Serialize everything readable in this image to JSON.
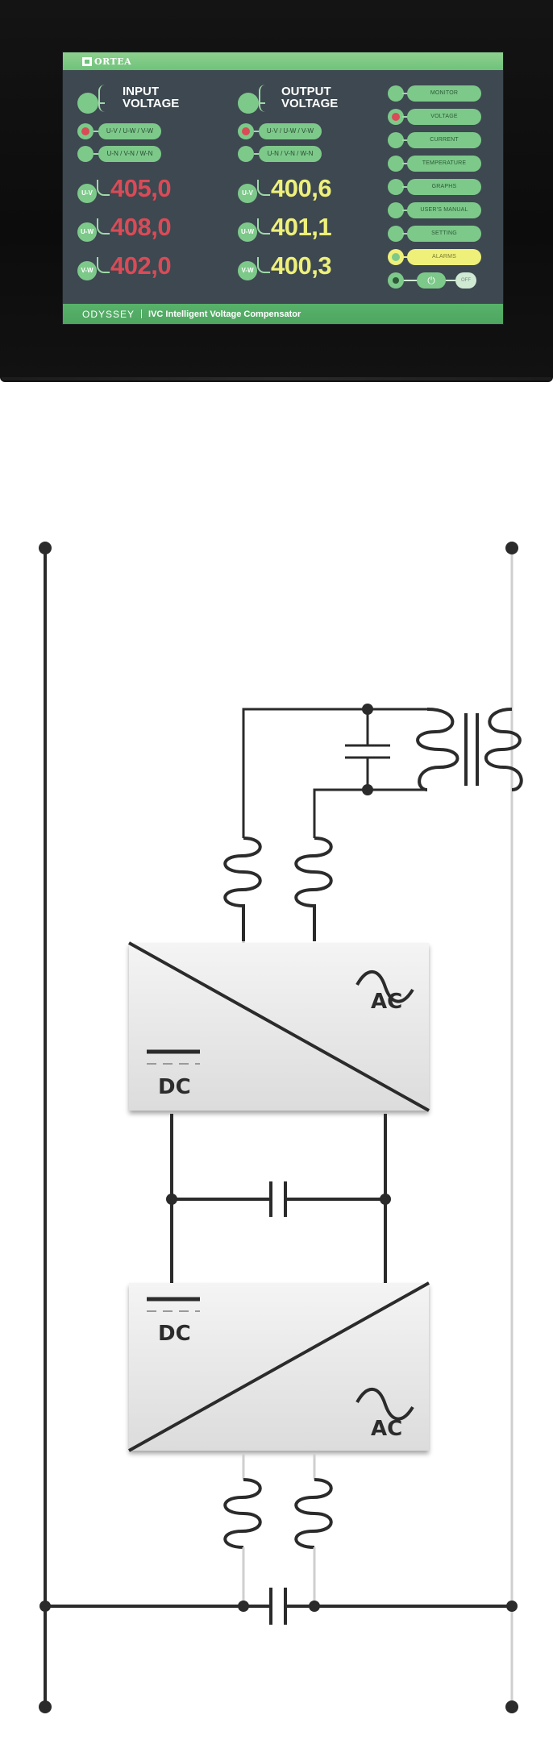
{
  "device": {
    "logo_text": "ORTEA",
    "input_header_line1": "INPUT",
    "input_header_line2": "VOLTAGE",
    "output_header_line1": "OUTPUT",
    "output_header_line2": "VOLTAGE",
    "input_modes": [
      "U-V / U-W / V-W",
      "U-N / V-N / W-N"
    ],
    "output_modes": [
      "U-V / U-W / V-W",
      "U-N / V-N / W-N"
    ],
    "phases": [
      "U-V",
      "U-W",
      "V-W"
    ],
    "input_values": [
      "405,0",
      "408,0",
      "402,0"
    ],
    "output_values": [
      "400,6",
      "401,1",
      "400,3"
    ],
    "menu": [
      "MONITOR",
      "VOLTAGE",
      "CURRENT",
      "TEMPERATURE",
      "GRAPHS",
      "USER'S MANUAL",
      "SETTING",
      "ALARMS"
    ],
    "power_symbol": "⏻",
    "off_label": "OFF",
    "brand": "ODYSSEY",
    "tagline": "IVC Intelligent Voltage Compensator",
    "colors": {
      "screen_bg": "#3d4850",
      "accent_green": "#7dc98a",
      "input_value_red": "#d94b57",
      "output_value_yellow": "#eef07a"
    }
  },
  "diagram": {
    "top_converter": {
      "ac_label": "AC",
      "dc_label": "DC"
    },
    "bottom_converter": {
      "dc_label": "DC",
      "ac_label": "AC"
    }
  }
}
